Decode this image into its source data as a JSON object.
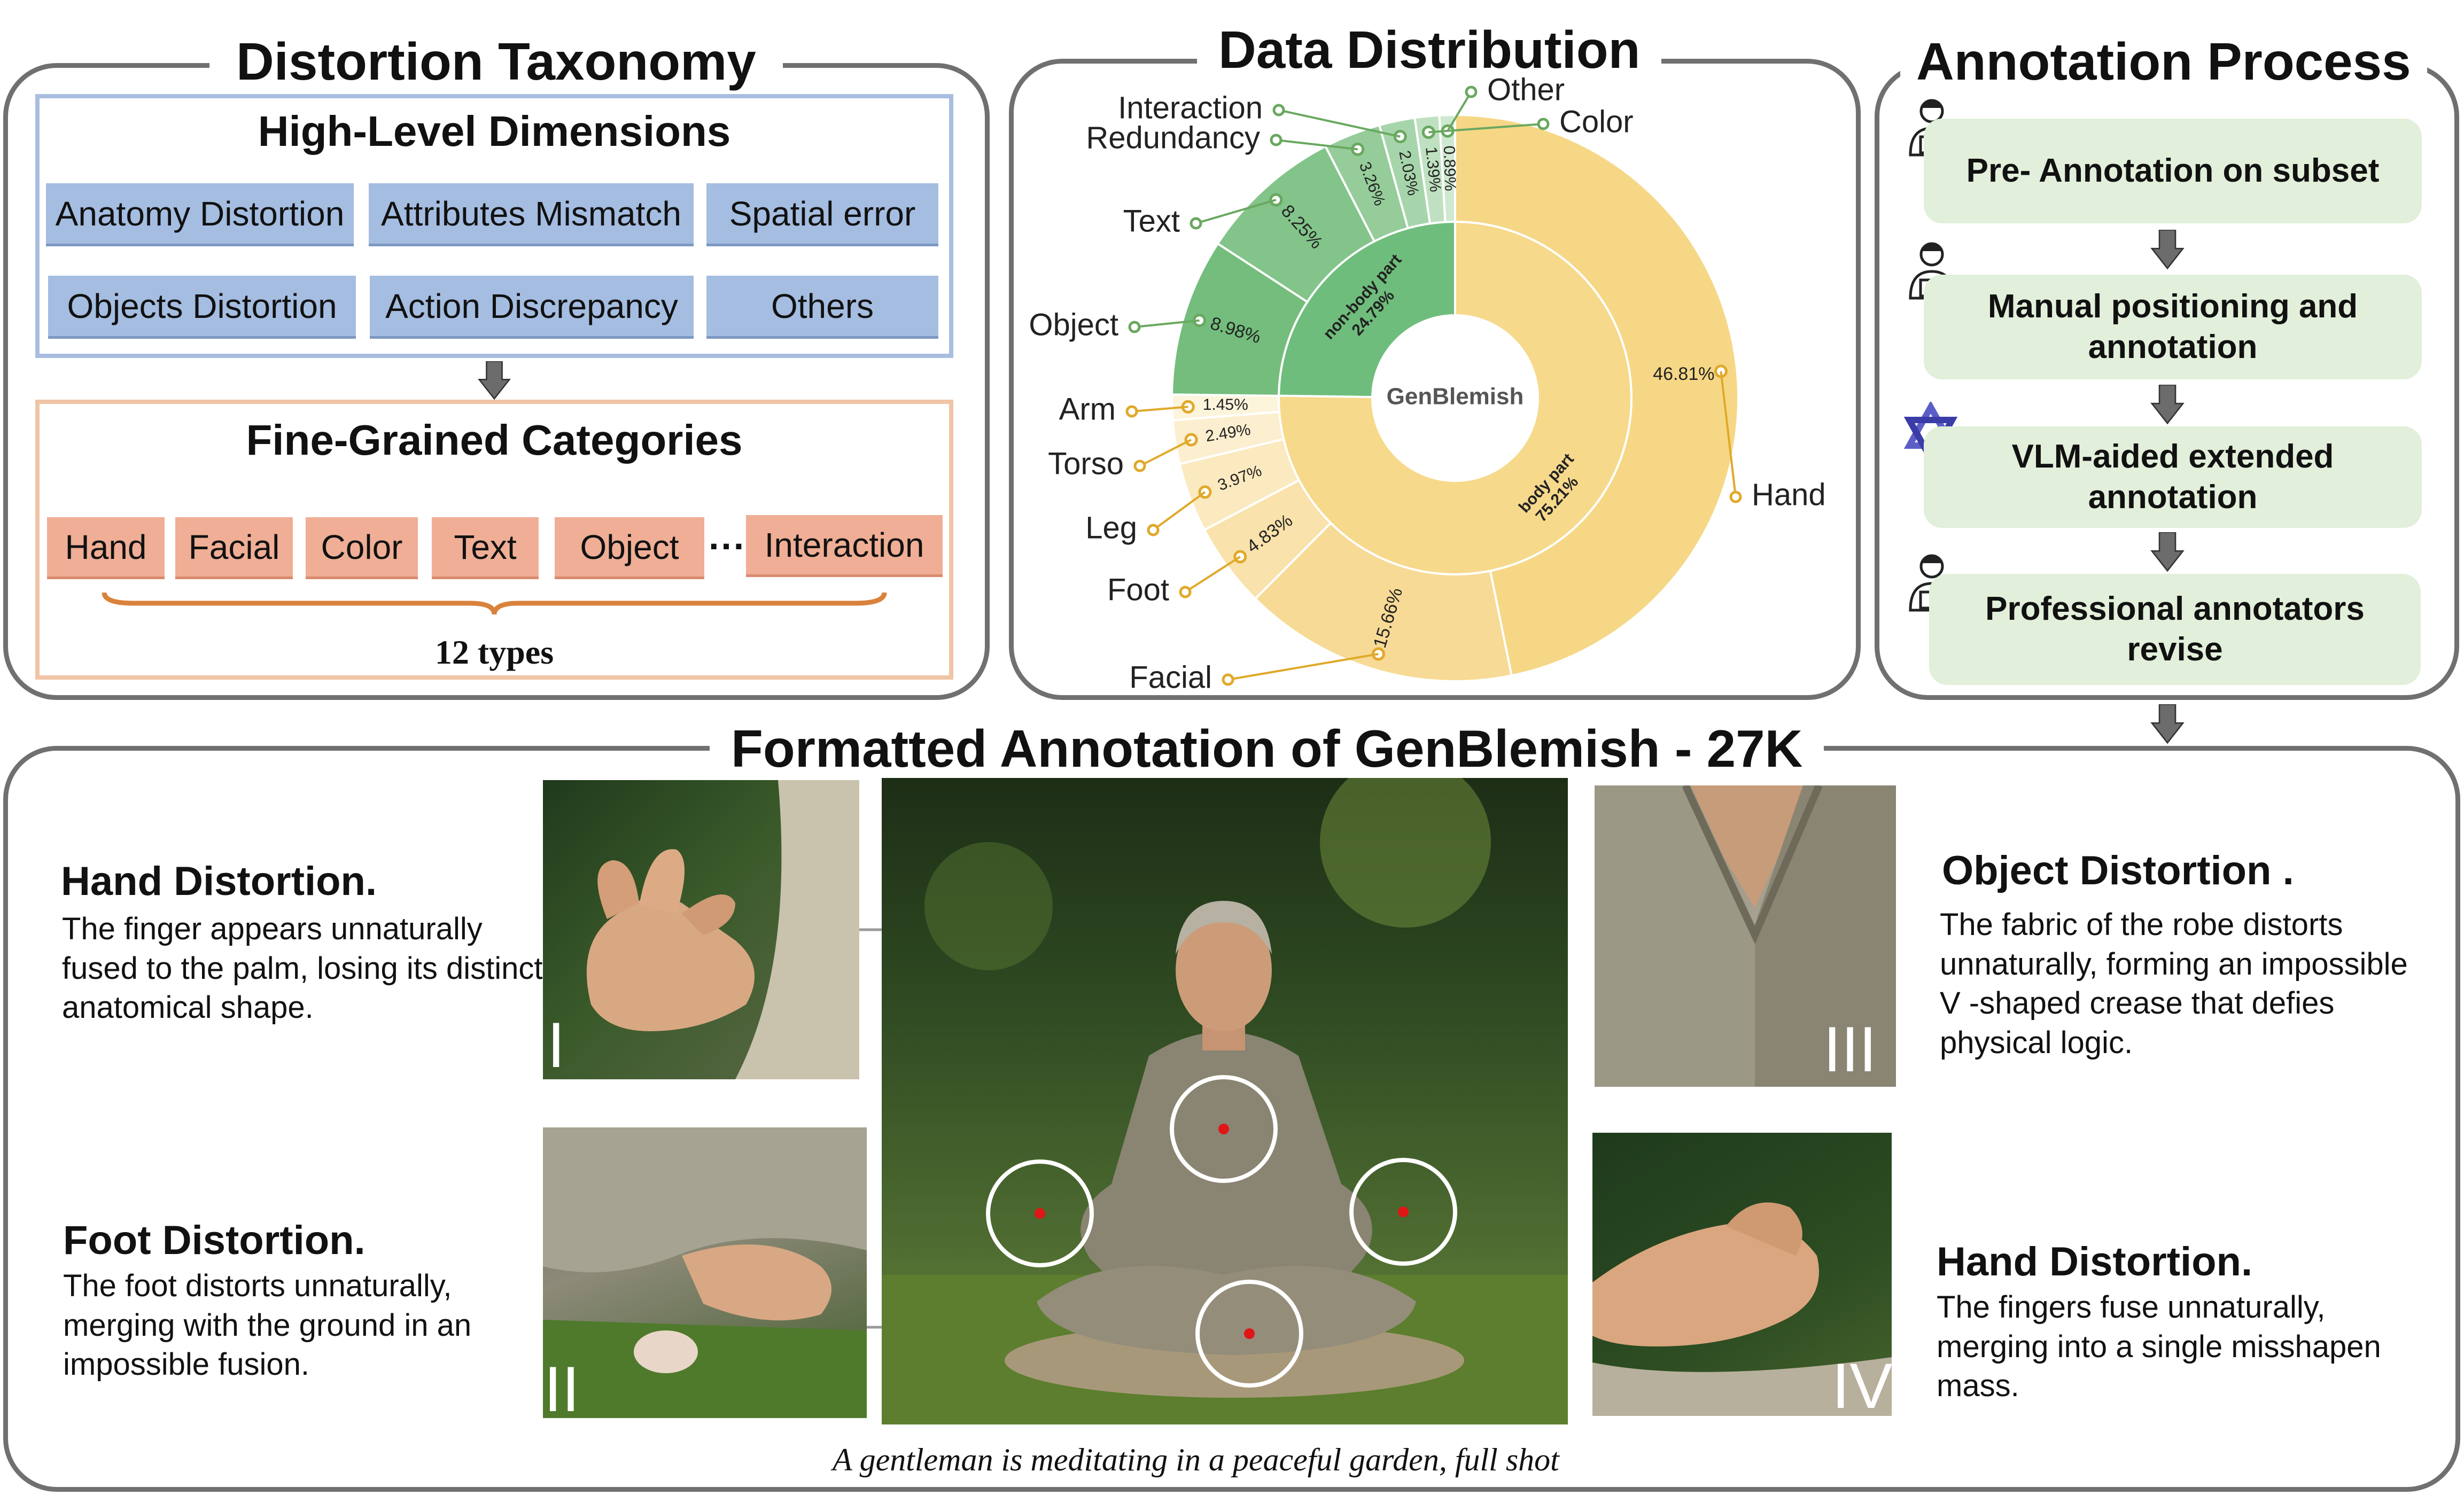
{
  "taxonomy": {
    "title": "Distortion Taxonomy",
    "high_level_title": "High-Level Dimensions",
    "high_level": [
      "Anatomy Distortion",
      "Attributes Mismatch",
      "Spatial error",
      "Objects Distortion",
      "Action Discrepancy",
      "Others"
    ],
    "fine_title": "Fine-Grained Categories",
    "fine": [
      "Hand",
      "Facial",
      "Color",
      "Text",
      "Object",
      "Interaction"
    ],
    "ellipsis": "···",
    "types_label": "12 types"
  },
  "distribution": {
    "title": "Data Distribution",
    "center_label": "GenBlemish",
    "chart_data": {
      "type": "pie",
      "inner": [
        {
          "name": "non-body part",
          "value": 24.79
        },
        {
          "name": "body part",
          "value": 75.21
        }
      ],
      "outer": [
        {
          "name": "Other",
          "value": 0.89,
          "group": "non-body part"
        },
        {
          "name": "Color",
          "value": 1.39,
          "group": "non-body part"
        },
        {
          "name": "Interaction",
          "value": 2.03,
          "group": "non-body part"
        },
        {
          "name": "Redundancy",
          "value": 3.26,
          "group": "non-body part"
        },
        {
          "name": "Text",
          "value": 8.25,
          "group": "non-body part"
        },
        {
          "name": "Object",
          "value": 8.98,
          "group": "non-body part"
        },
        {
          "name": "Arm",
          "value": 1.45,
          "group": "body part"
        },
        {
          "name": "Torso",
          "value": 2.49,
          "group": "body part"
        },
        {
          "name": "Leg",
          "value": 3.97,
          "group": "body part"
        },
        {
          "name": "Foot",
          "value": 4.83,
          "group": "body part"
        },
        {
          "name": "Facial",
          "value": 15.66,
          "group": "body part"
        },
        {
          "name": "Hand",
          "value": 46.81,
          "group": "body part"
        }
      ],
      "inner_labels": [
        "non-body part 24.79%",
        "body part 75.21%"
      ],
      "outer_labels": [
        "0.89%",
        "1.39%",
        "2.03%",
        "3.26%",
        "8.25%",
        "8.98%",
        "1.45%",
        "2.49%",
        "3.97%",
        "4.83%",
        "15.66%",
        "46.81%"
      ],
      "colors": {
        "green": "#6fbd7c",
        "yellow": "#f7d98c"
      }
    }
  },
  "annotation": {
    "title": "Annotation Process",
    "steps": [
      "Pre- Annotation on subset",
      "Manual positioning and annotation",
      "VLM-aided extended annotation",
      "Professional annotators revise"
    ],
    "step_icons": [
      "annotator-icon",
      "annotator-icon",
      "vlm-logo-icon",
      "annotator-icon"
    ]
  },
  "formatted": {
    "title": "Formatted Annotation of GenBlemish - 27K",
    "caption": "A gentleman is meditating in a peaceful garden, full shot",
    "descriptions": [
      {
        "title": "Hand Distortion.",
        "text": "The finger appears unnaturally fused to the palm, losing its distinct anatomical shape."
      },
      {
        "title": "Foot Distortion.",
        "text": "The foot distorts unnaturally, merging with the ground in an impossible fusion."
      },
      {
        "title": "Object Distortion .",
        "text": "The fabric of the robe distorts unnaturally, forming an impossible V -shaped crease that defies physical logic."
      },
      {
        "title": "Hand Distortion.",
        "text": "The fingers fuse unnaturally, merging into a single misshapen mass."
      }
    ],
    "numerals": [
      "I",
      "II",
      "III",
      "IV"
    ]
  }
}
